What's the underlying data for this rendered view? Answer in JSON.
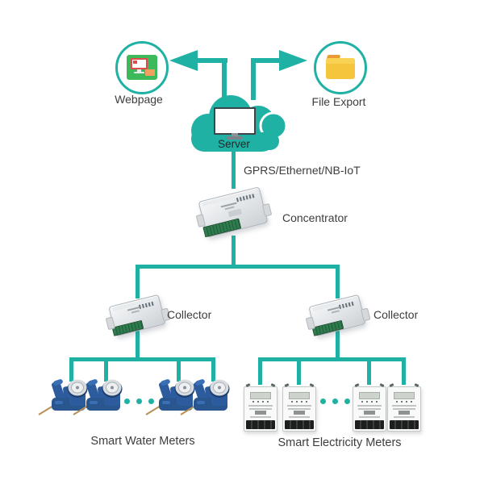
{
  "diagram": {
    "title_none": "",
    "webpage": {
      "label": "Webpage"
    },
    "file_export": {
      "label": "File Export"
    },
    "server": {
      "label": "Server"
    },
    "uplink": {
      "label": "GPRS/Ethernet/NB-IoT"
    },
    "concentrator": {
      "label": "Concentrator"
    },
    "collectors": [
      {
        "label": "Collector"
      },
      {
        "label": "Collector"
      }
    ],
    "water": {
      "label": "Smart Water Meters",
      "visible_meters": 4,
      "ellipsis_dots": 3
    },
    "electricity": {
      "label": "Smart Electricity Meters",
      "visible_meters": 4,
      "ellipsis_dots": 3
    },
    "colors": {
      "teal": "#1FB2A4",
      "label_text": "#3D3D3D",
      "webpage_green": "#3CB95B",
      "webpage_red": "#E14B4B",
      "folder_yellow": "#F5C53E",
      "folder_tab_orange": "#E89B35",
      "water_meter_blue": "#2C5C9D",
      "terminal_green": "#2E7B4D"
    },
    "icons": [
      "webpage-icon",
      "folder-icon",
      "cloud-icon",
      "server-monitor-icon",
      "concentrator-device-icon",
      "collector-device-icon",
      "water-meter-icon",
      "electricity-meter-icon"
    ]
  }
}
